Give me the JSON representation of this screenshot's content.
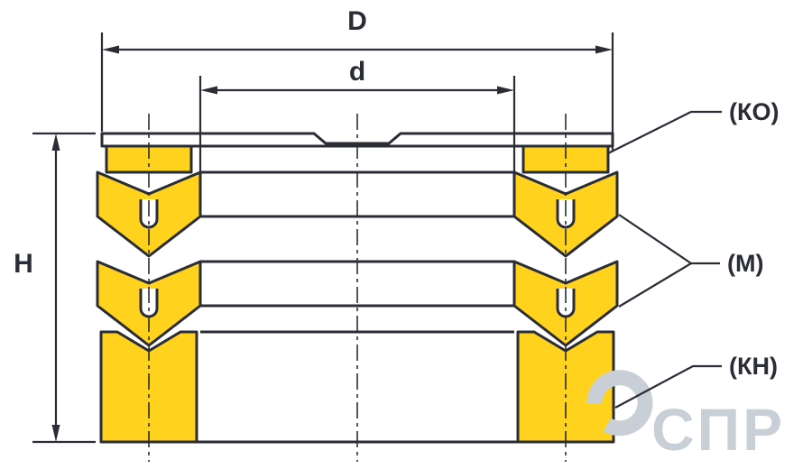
{
  "colors": {
    "background": "#ffffff",
    "seal_fill": "#ffd21e",
    "outline": "#2a2c36",
    "watermark": "#c9cfd6"
  },
  "dimension_labels": {
    "outer_diameter": "D",
    "bore_diameter": "d",
    "height": "H"
  },
  "part_labels": {
    "pressure_ring": "(КО)",
    "chevron_seals": "(М)",
    "support_ring": "(КН)"
  },
  "watermark": {
    "text": "СПР",
    "logo_icon": "swirl-ring"
  }
}
